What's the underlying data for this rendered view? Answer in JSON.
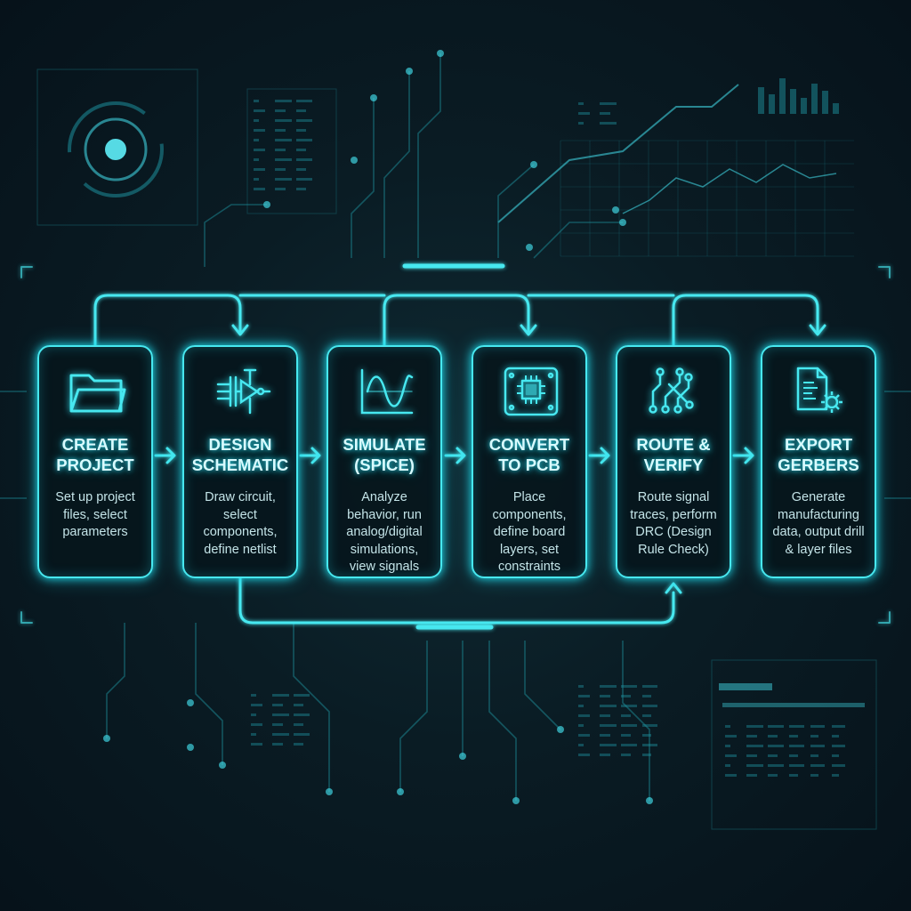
{
  "steps": [
    {
      "icon": "folder-icon",
      "title_line1": "CREATE",
      "title_line2": "PROJECT",
      "desc": [
        "Set up project",
        "files, select",
        "parameters"
      ]
    },
    {
      "icon": "schematic-icon",
      "title_line1": "DESIGN",
      "title_line2": "SCHEMATIC",
      "desc": [
        "Draw circuit,",
        "select",
        "components,",
        "define netlist"
      ]
    },
    {
      "icon": "waveform-icon",
      "title_line1": "SIMULATE",
      "title_line2": "(SPICE)",
      "desc": [
        "Analyze",
        "behavior, run",
        "analog/digital",
        "simulations,",
        "view signals"
      ]
    },
    {
      "icon": "pcb-chip-icon",
      "title_line1": "CONVERT",
      "title_line2": "TO PCB",
      "desc": [
        "Place",
        "components,",
        "define board",
        "layers, set",
        "constraints"
      ]
    },
    {
      "icon": "traces-icon",
      "title_line1": "ROUTE &",
      "title_line2": "VERIFY",
      "desc": [
        "Route signal",
        "traces, perform",
        "DRC (Design",
        "Rule Check)"
      ]
    },
    {
      "icon": "document-gear-icon",
      "title_line1": "EXPORT",
      "title_line2": "GERBERS",
      "desc": [
        "Generate",
        "manufacturing",
        "data, output drill",
        "& layer files"
      ]
    }
  ],
  "colors": {
    "accent": "#47e8f0",
    "glow": "#1fd5e6",
    "text": "#d8fbff",
    "background": "#0a1c24"
  }
}
